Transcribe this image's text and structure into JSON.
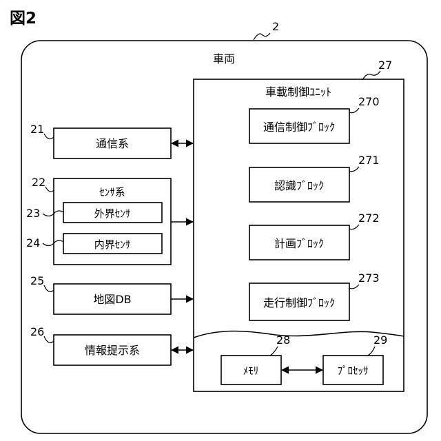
{
  "figure_label": "図2",
  "vehicle": {
    "ref": "2",
    "label": "車両"
  },
  "components": {
    "comm": {
      "ref": "21",
      "label": "通信系"
    },
    "sensor": {
      "ref": "22",
      "label": "ｾﾝｻ系"
    },
    "ext_sensor": {
      "ref": "23",
      "label": "外界ｾﾝｻ"
    },
    "int_sensor": {
      "ref": "24",
      "label": "内界ｾﾝｻ"
    },
    "map_db": {
      "ref": "25",
      "label": "地図DB"
    },
    "info": {
      "ref": "26",
      "label": "情報提示系"
    }
  },
  "control_unit": {
    "ref": "27",
    "label": "車載制御ﾕﾆｯﾄ",
    "blocks": [
      {
        "ref": "270",
        "label": "通信制御ﾌﾞﾛｯｸ"
      },
      {
        "ref": "271",
        "label": "認識ﾌﾞﾛｯｸ"
      },
      {
        "ref": "272",
        "label": "計画ﾌﾞﾛｯｸ"
      },
      {
        "ref": "273",
        "label": "走行制御ﾌﾞﾛｯｸ"
      }
    ],
    "memory": {
      "ref": "28",
      "label": "ﾒﾓﾘ"
    },
    "processor": {
      "ref": "29",
      "label": "ﾌﾟﾛｾｯｻ"
    }
  }
}
